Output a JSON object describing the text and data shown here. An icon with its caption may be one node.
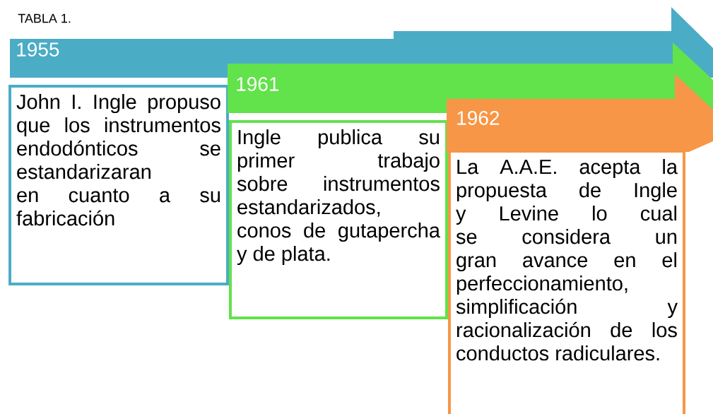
{
  "diagram": {
    "nodes": [
      {
        "text": [
          "1955"
        ]
      },
      {
        "text": [
          "John I. Ingle propuso que los instrumentos endodónticos se estandarizaran en cuanto a su fabricación"
        ]
      },
      {
        "text": [
          "1961"
        ]
      },
      {
        "text": [
          "Ingle publica su primer trabajo sobre instrumentos estandarizados, conos de gutapercha y de plata."
        ]
      },
      {
        "text": [
          "1962"
        ]
      },
      {
        "text": [
          "La A.A.E. acepta la propuesta de Ingle y Levine lo cual se considera un gran avance en el perfeccionamiento, simplificación y racionalización de los conductos radiculares."
        ]
      }
    ],
    "labels": [
      "TABLA 1."
    ]
  }
}
